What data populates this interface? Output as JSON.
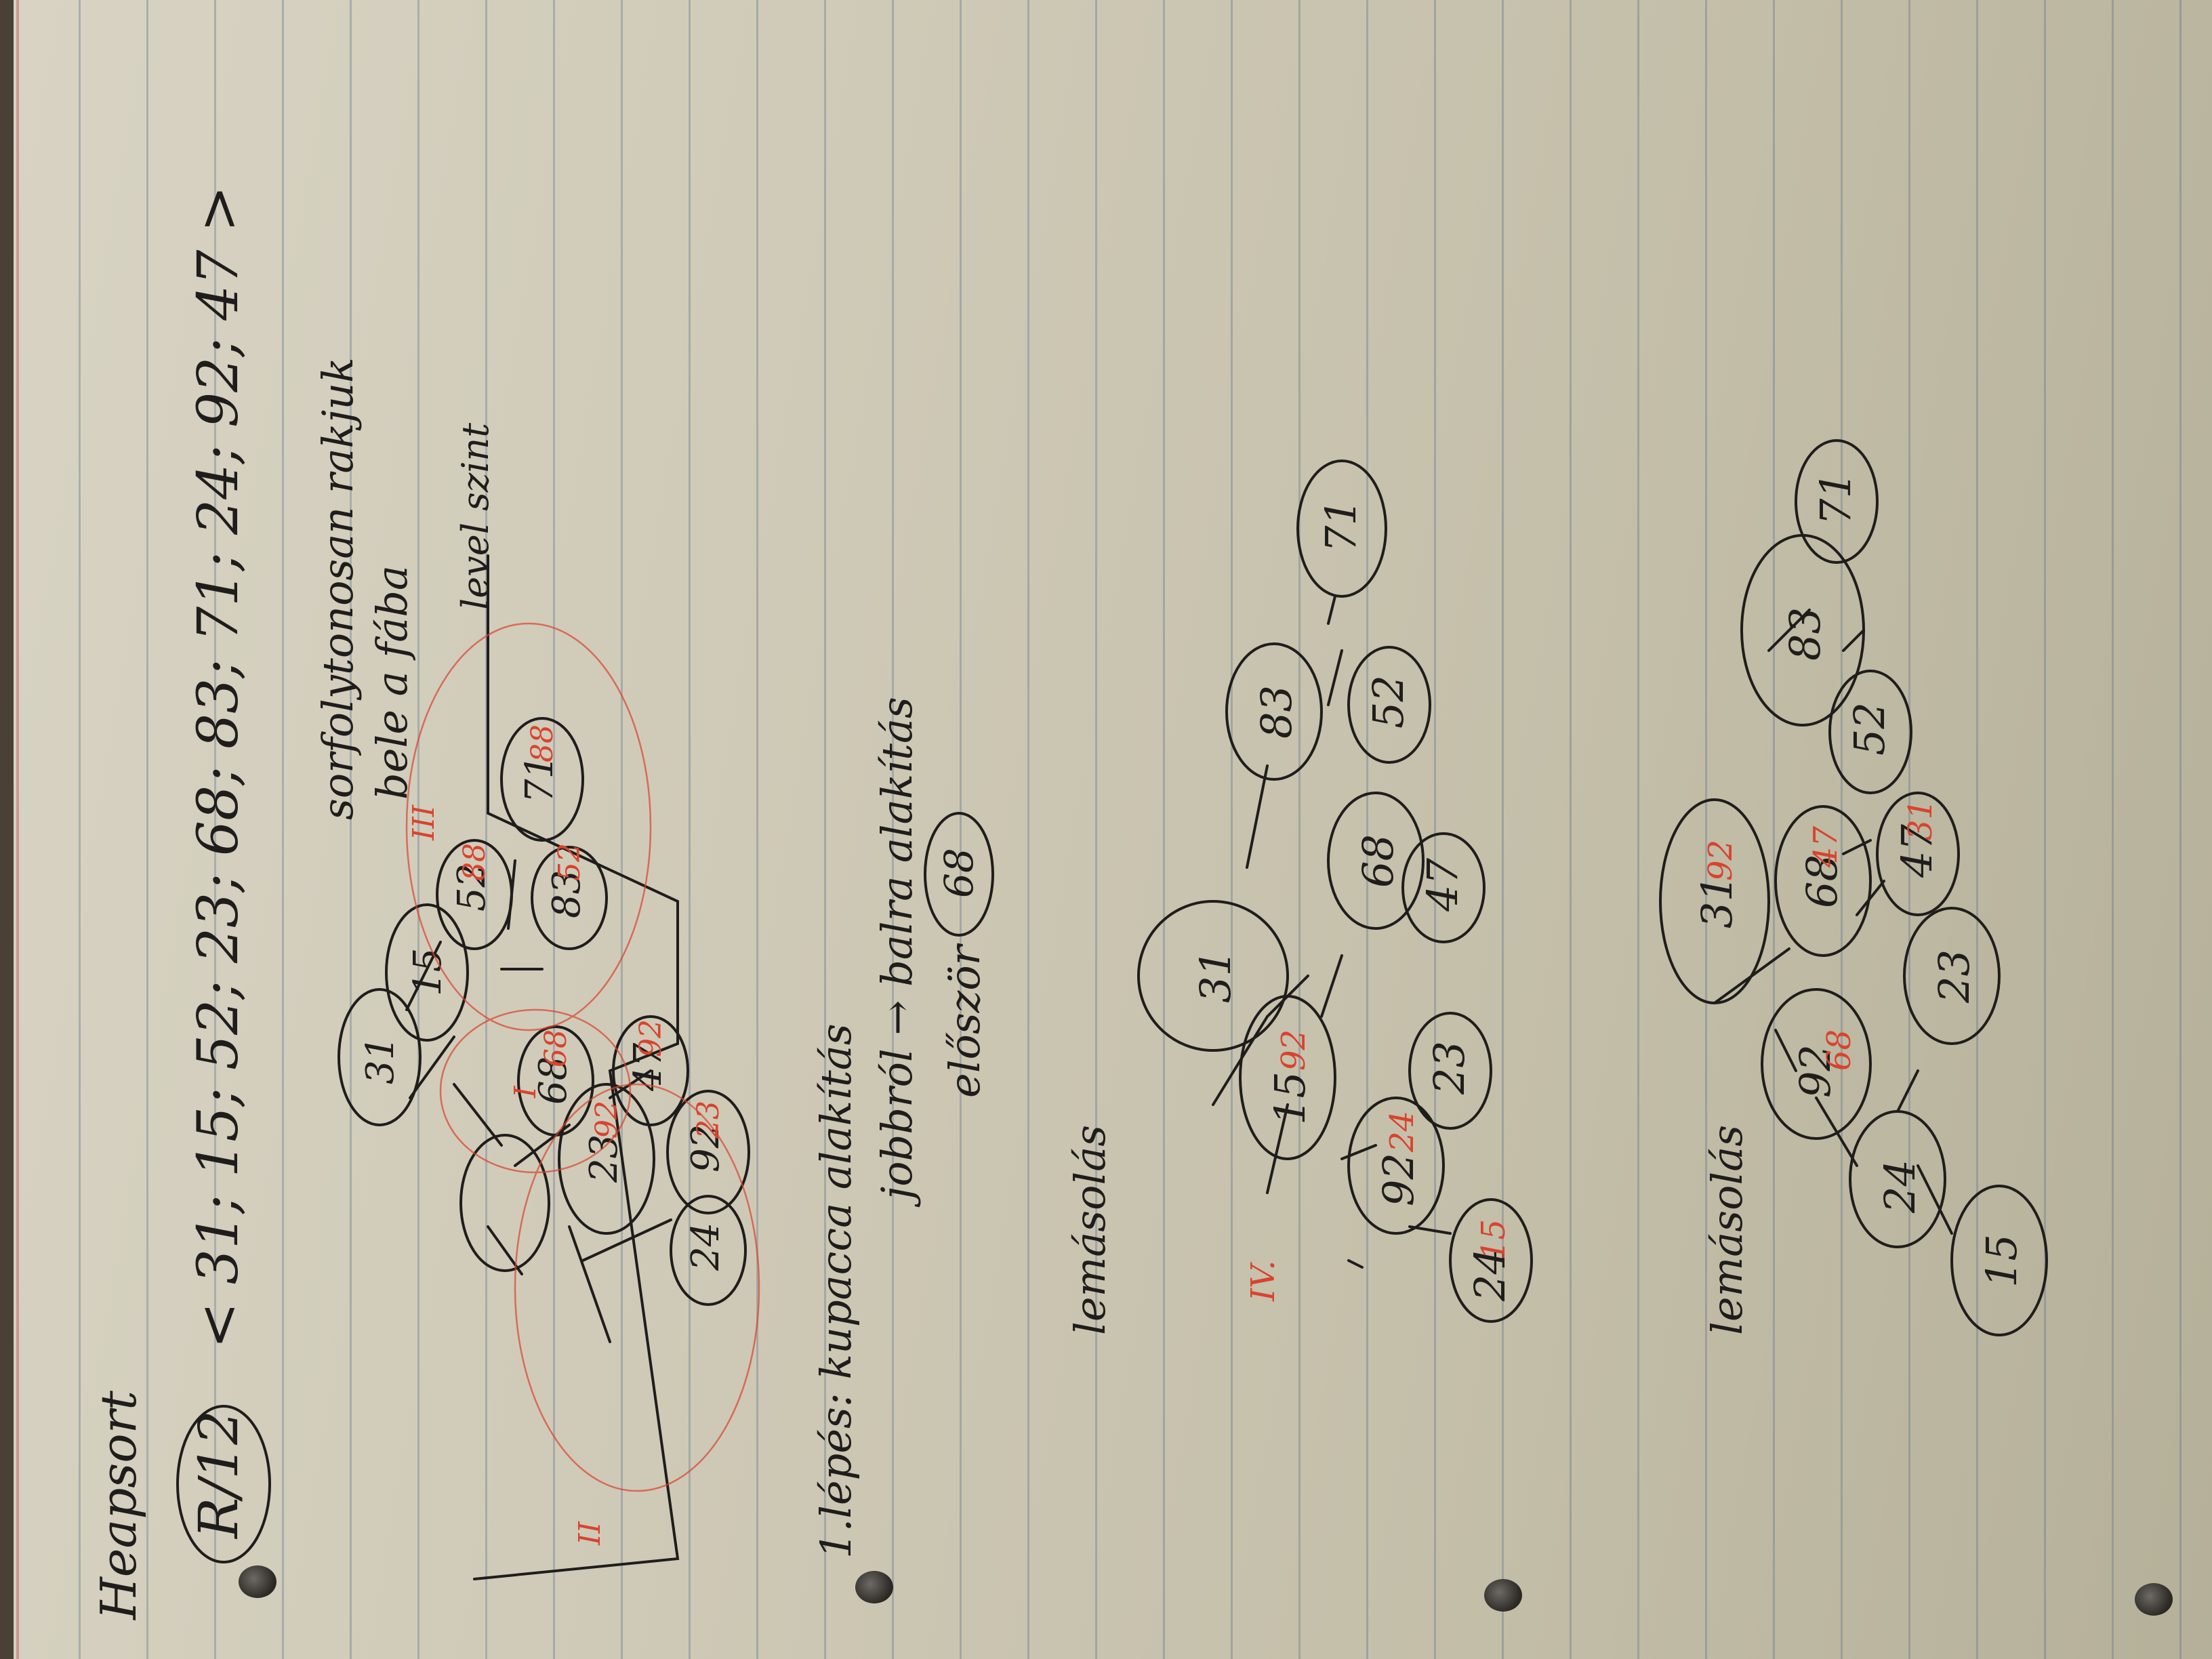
{
  "header": {
    "title": "Heapsort",
    "task_number": "R/12",
    "sequence": "< 31; 15; 52; 23; 68; 83; 71; 24; 92; 47 >",
    "note_line1": "sorfolytonosan rakjuk",
    "note_line2": "bele a fába",
    "level_note": "level szint"
  },
  "tree1": {
    "nodes": [
      "31",
      "15",
      "52",
      "23",
      "68",
      "83",
      "71",
      "24",
      "92",
      "47"
    ],
    "corrections": [
      "88",
      "92",
      "52",
      "23",
      "68",
      "92",
      "88"
    ],
    "phase_labels": [
      "I",
      "II",
      "III"
    ]
  },
  "step1": {
    "line1": "1.lépés: kupacca alakítás",
    "line2": "jobbról → balra alakítás",
    "line3": "először",
    "circled": "68",
    "label": "lemásolás"
  },
  "tree2": {
    "phase_label": "IV.",
    "nodes": [
      "31",
      "15",
      "83",
      "92",
      "68",
      "52",
      "71",
      "24",
      "23",
      "47"
    ],
    "corrections": [
      "92",
      "24",
      "15"
    ]
  },
  "tree3": {
    "label": "lemásolás",
    "nodes": [
      "31",
      "92",
      "83",
      "24",
      "68",
      "52",
      "71",
      "15",
      "23",
      "47"
    ],
    "corrections": [
      "92",
      "68",
      "47",
      "31"
    ]
  },
  "colors": {
    "ink": "#1f1d1c",
    "red_ink": "#d9432e",
    "paper": "#d3cdbb",
    "rules": "#5a6e8c"
  }
}
